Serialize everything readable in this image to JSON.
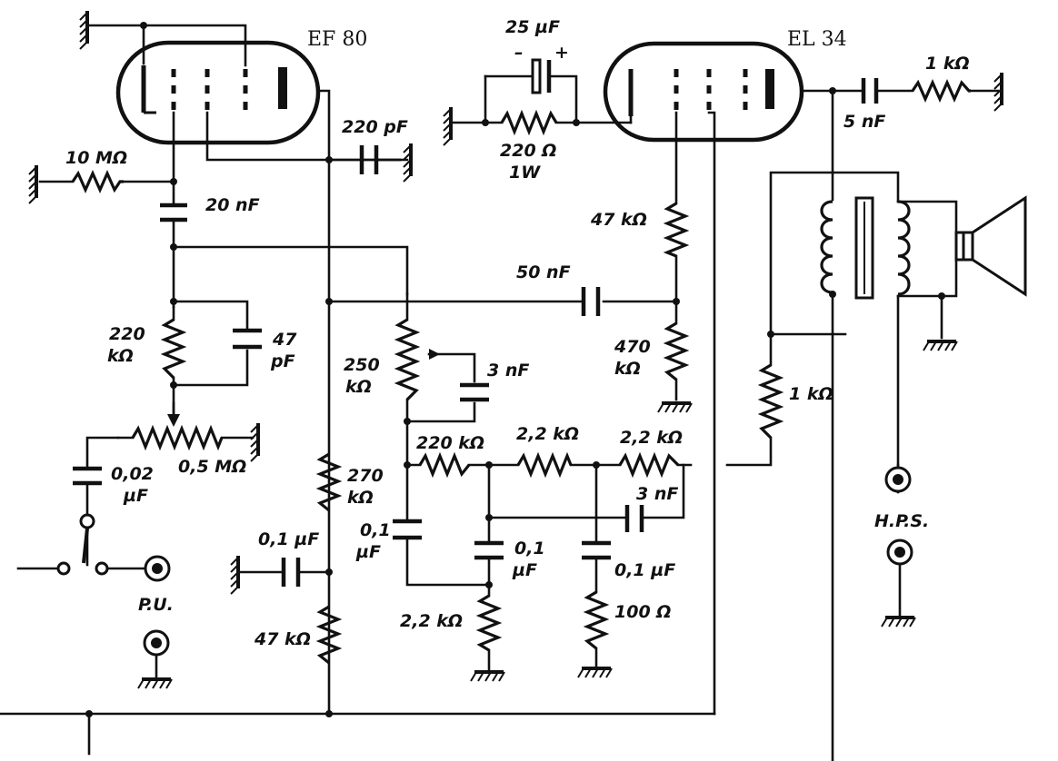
{
  "tubes": {
    "v1": "EF 80",
    "v2": "EL 34"
  },
  "labels": {
    "c_25uf": "25 µF",
    "c_25uf_minus": "–",
    "c_25uf_plus": "+",
    "r_220ohm": "220 Ω",
    "r_220ohm_power": "1W",
    "r_1k_top": "1 kΩ",
    "c_5nf": "5 nF",
    "c_220pf": "220 pF",
    "r_10m": "10 MΩ",
    "c_20nf": "20 nF",
    "r_47k_top": "47 kΩ",
    "c_50nf": "50 nF",
    "r_220k_a": "220",
    "r_220k_b": "kΩ",
    "c_47pf_a": "47",
    "c_47pf_b": "pF",
    "pot_250k_a": "250",
    "pot_250k_b": "kΩ",
    "c_3nf_a": "3 nF",
    "r_470k_a": "470",
    "r_470k_b": "kΩ",
    "pot_05m": "0,5 MΩ",
    "c_002uf_a": "0,02",
    "c_002uf_b": "µF",
    "r_220k_c": "220 kΩ",
    "r_22k_a": "2,2 kΩ",
    "r_22k_b": "2,2 kΩ",
    "c_3nf_b": "3 nF",
    "r_270k_a": "270",
    "r_270k_b": "kΩ",
    "c_01uf_a": "0,1 µF",
    "c_01uf_b_a": "0,1",
    "c_01uf_b_b": "µF",
    "c_01uf_c_a": "0,1",
    "c_01uf_c_b": "µF",
    "c_01uf_d": "0,1 µF",
    "r_1k_mid": "1 kΩ",
    "r_47k_bot": "47 kΩ",
    "r_22k_c": "2,2 kΩ",
    "r_100ohm": "100 Ω",
    "pu": "P.U.",
    "hps": "H.P.S."
  }
}
